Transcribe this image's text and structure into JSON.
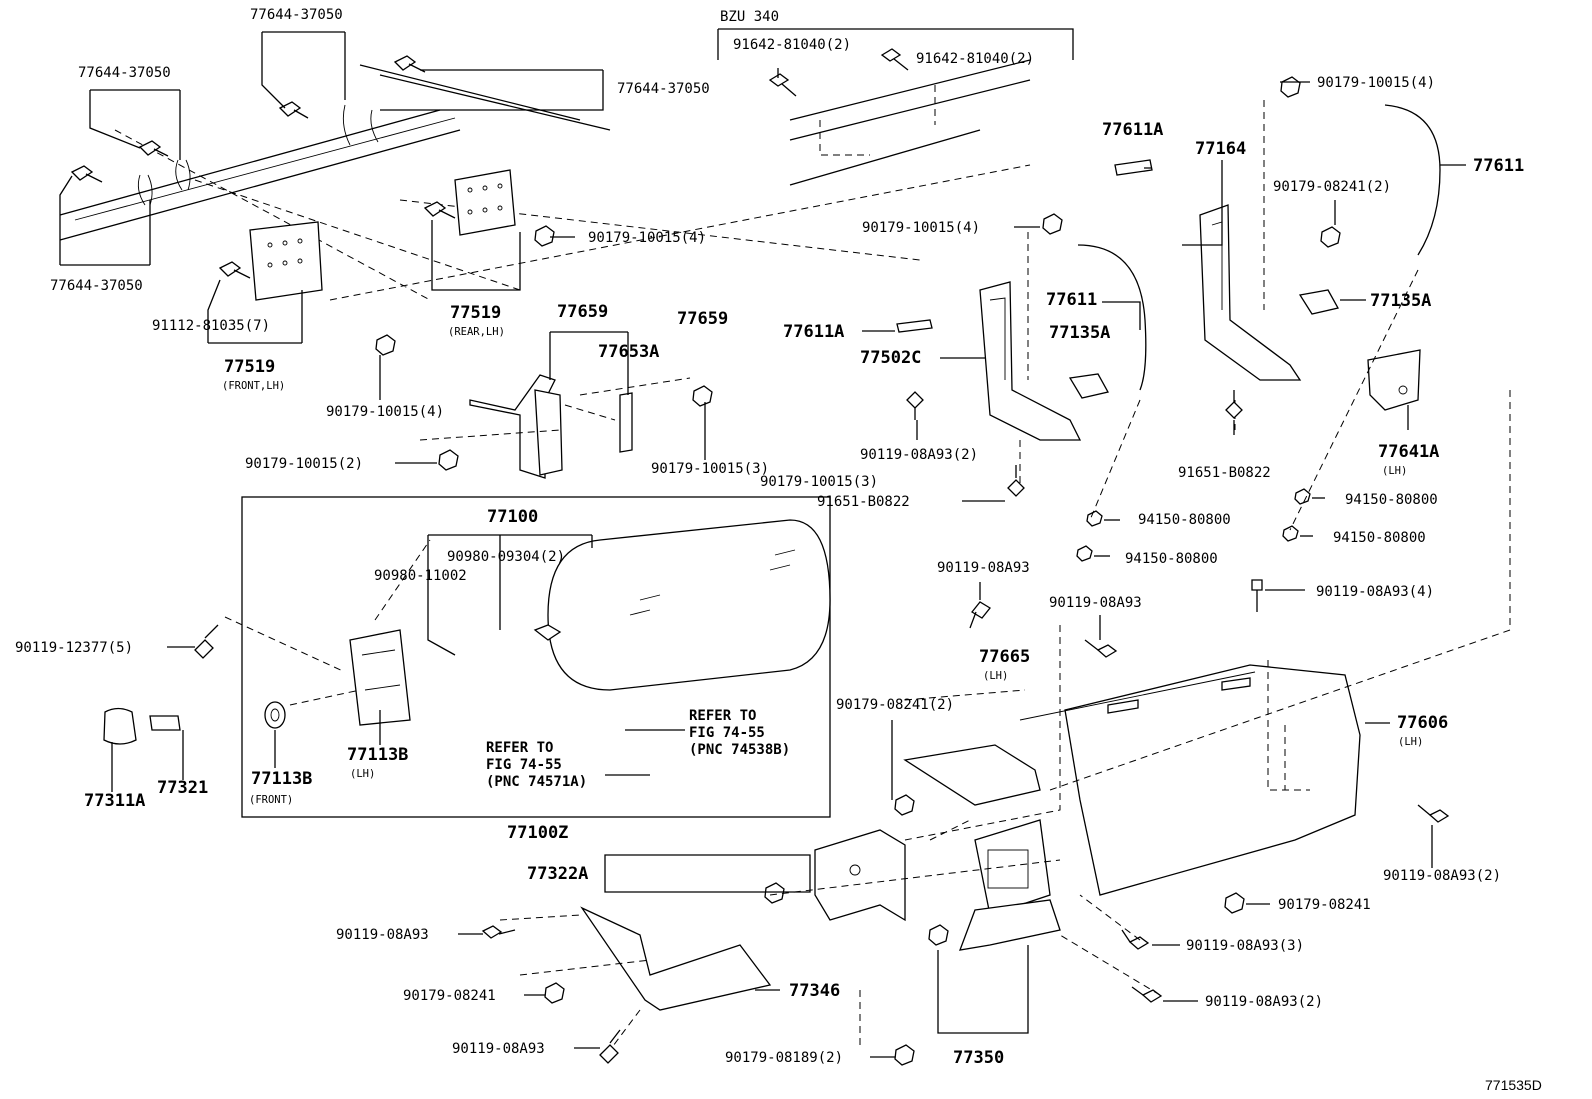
{
  "diagram_code": "771535D",
  "callouts": {
    "c_77644_a": "77644-37050",
    "c_77644_b": "77644-37050",
    "c_77644_c": "77644-37050",
    "c_77644_d": "77644-37050",
    "c_91112": "91112-81035(7)",
    "c_77519_front": "77519",
    "c_77519_front_note": "(FRONT,LH)",
    "c_77519_rear": "77519",
    "c_77519_rear_note": "(REAR,LH)",
    "c_90179_10015_4a": "90179-10015(4)",
    "c_90179_10015_4b": "90179-10015(4)",
    "c_bzu": "BZU 340",
    "c_91642_a": "91642-81040(2)",
    "c_91642_b": "91642-81040(2)",
    "c_90179_10015_4c": "90179-10015(4)",
    "c_90179_10015_4d": "90179-10015(4)",
    "c_77611a_top": "77611A",
    "c_77164": "77164",
    "c_77611_top": "77611",
    "c_90179_08241_2a": "90179-08241(2)",
    "c_77135a_r": "77135A",
    "c_77659_a": "77659",
    "c_77659_b": "77659",
    "c_77653a": "77653A",
    "c_77611a_mid": "77611A",
    "c_77502c": "77502C",
    "c_77611_mid": "77611",
    "c_77135a_mid": "77135A",
    "c_90119_08a93_2a": "90119-08A93(2)",
    "c_90179_10015_3a": "90179-10015(3)",
    "c_90179_10015_3b": "90179-10015(3)",
    "c_90179_10015_2": "90179-10015(2)",
    "c_91651_a": "91651-B0822",
    "c_91651_b": "91651-B0822",
    "c_77641a": "77641A",
    "c_77641a_note": "(LH)",
    "c_94150_a": "94150-80800",
    "c_94150_b": "94150-80800",
    "c_94150_c": "94150-80800",
    "c_94150_d": "94150-80800",
    "c_77100": "77100",
    "c_90980_09304": "90980-09304(2)",
    "c_90980_11002": "90980-11002",
    "c_90119_12377": "90119-12377(5)",
    "c_77113b_a": "77113B",
    "c_77113b_a_note": "(LH)",
    "c_77113b_b": "77113B",
    "c_77113b_b_note": "(FRONT)",
    "c_77311a": "77311A",
    "c_77321": "77321",
    "c_77100z": "77100Z",
    "ref1_line1": "REFER TO",
    "ref1_line2": "FIG 74-55",
    "ref1_line3": "(PNC 74538B)",
    "ref2_line1": "REFER TO",
    "ref2_line2": "FIG 74-55",
    "ref2_line3": "(PNC 74571A)",
    "c_90119_08a93_top": "90119-08A93",
    "c_90119_08a93_mid": "90119-08A93",
    "c_90119_08a93_4": "90119-08A93(4)",
    "c_77665": "77665",
    "c_77665_note": "(LH)",
    "c_90179_08241_2b": "90179-08241(2)",
    "c_77606": "77606",
    "c_77606_note": "(LH)",
    "c_90119_08a93_2b": "90119-08A93(2)",
    "c_77322a": "77322A",
    "c_90179_08241_r": "90179-08241",
    "c_90119_08a93_3": "90119-08A93(3)",
    "c_90119_08a93_2c": "90119-08A93(2)",
    "c_90119_08a93_l": "90119-08A93",
    "c_90179_08241_l": "90179-08241",
    "c_77346": "77346",
    "c_90119_08a93_bot": "90119-08A93",
    "c_90179_08189": "90179-08189(2)",
    "c_77350": "77350"
  }
}
